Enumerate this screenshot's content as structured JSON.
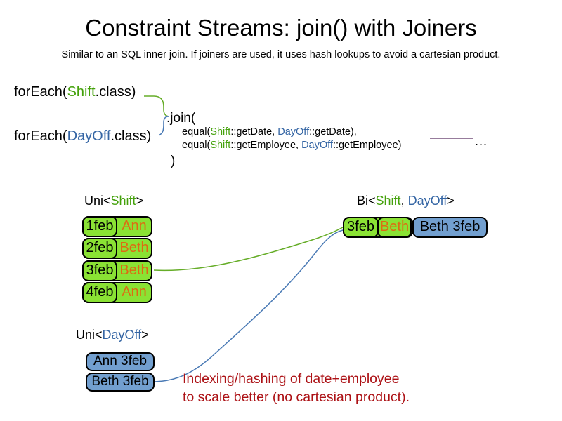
{
  "title": "Constraint Streams: join() with Joiners",
  "subtitle": "Similar to an SQL inner join. If joiners are used, it uses hash lookups to avoid a cartesian product.",
  "colors": {
    "green_fill": "#8ae234",
    "green_text": "#44a10b",
    "green_line": "#66ad28",
    "blue_fill": "#729fcf",
    "blue_text": "#3465a4",
    "blue_line": "#4a7ab5",
    "orange_text": "#dd6b12",
    "red_text": "#ac1115",
    "purple_line": "#75507b"
  },
  "code": {
    "foreach_shift": [
      {
        "t": "forEach("
      },
      {
        "t": "Shift",
        "c": "green"
      },
      {
        "t": ".class)"
      }
    ],
    "foreach_dayoff": [
      {
        "t": "forEach("
      },
      {
        "t": "DayOff",
        "c": "blue"
      },
      {
        "t": ".class)"
      }
    ],
    "join_open": ".join(",
    "joiner_date": [
      {
        "t": "equal("
      },
      {
        "t": "Shift",
        "c": "green"
      },
      {
        "t": "::getDate, "
      },
      {
        "t": "DayOff",
        "c": "blue"
      },
      {
        "t": "::getDate),"
      }
    ],
    "joiner_employee": [
      {
        "t": "equal("
      },
      {
        "t": "Shift",
        "c": "green"
      },
      {
        "t": "::getEmployee, "
      },
      {
        "t": "DayOff",
        "c": "blue"
      },
      {
        "t": "::getEmployee)"
      }
    ],
    "join_close": ")",
    "ellipsis": "..."
  },
  "uni_shift": {
    "label": [
      {
        "t": "Uni<"
      },
      {
        "t": "Shift",
        "c": "green"
      },
      {
        "t": ">"
      }
    ],
    "rows": [
      {
        "date": "1feb",
        "employee": "Ann"
      },
      {
        "date": "2feb",
        "employee": "Beth"
      },
      {
        "date": "3feb",
        "employee": "Beth"
      },
      {
        "date": "4feb",
        "employee": "Ann"
      }
    ]
  },
  "uni_dayoff": {
    "label": [
      {
        "t": "Uni<"
      },
      {
        "t": "DayOff",
        "c": "blue"
      },
      {
        "t": ">"
      }
    ],
    "rows": [
      "Ann 3feb",
      "Beth 3feb"
    ]
  },
  "bi": {
    "label": [
      {
        "t": "Bi<"
      },
      {
        "t": "Shift",
        "c": "green"
      },
      {
        "t": ", "
      },
      {
        "t": "DayOff",
        "c": "blue"
      },
      {
        "t": ">"
      }
    ],
    "row": {
      "shift_date": "3feb",
      "shift_employee": "Beth",
      "dayoff": "Beth 3feb"
    }
  },
  "note": {
    "line1": "Indexing/hashing of date+employee",
    "line2": "to scale better (no cartesian product)."
  }
}
